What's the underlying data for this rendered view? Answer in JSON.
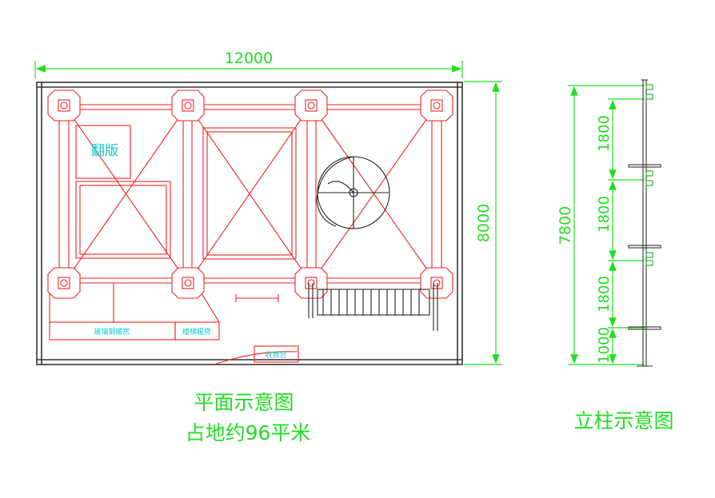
{
  "plan": {
    "width_dim": "12000",
    "height_dim": "8000",
    "label_fanban": "翻版",
    "label_glass_room": "玻璃钢暖房",
    "label_stair_room": "楼梯暖房",
    "label_gate": "收费台",
    "caption_title": "平面示意图",
    "caption_area": "占地约96平米"
  },
  "column": {
    "total_dim": "7800",
    "seg1": "1800",
    "seg2": "1800",
    "seg3": "1800",
    "seg4": "1000",
    "caption": "立柱示意图"
  },
  "colors": {
    "dimension": "#22dd22",
    "structure": "#ee2222",
    "outline": "#333333",
    "cyan_text": "#11cccc"
  }
}
